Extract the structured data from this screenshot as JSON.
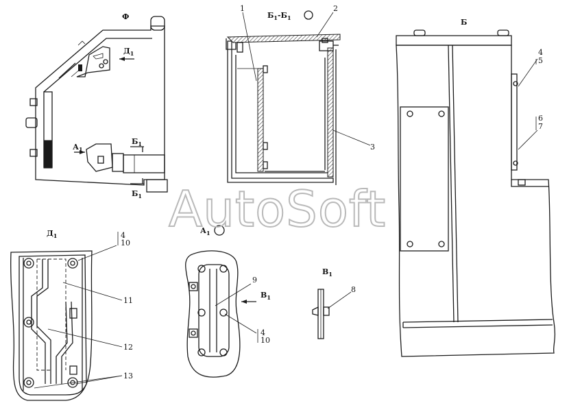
{
  "labels": {
    "view_f": "Ф",
    "d1_marker": "Д",
    "a1_marker": "А",
    "b1_marker_top": "Б",
    "b1_marker_bottom": "Б",
    "section_b1": "Б",
    "section_b1_right": "-Б",
    "view_b": "Б",
    "view_d1": "Д",
    "view_a1": "А",
    "view_v1": "В",
    "v1_marker": "В",
    "sub1": "1"
  },
  "callouts": {
    "c1": "1",
    "c2": "2",
    "c3": "3",
    "c4a": "4",
    "c5": "5",
    "c6": "6",
    "c7": "7",
    "c4b": "4",
    "c10a": "10",
    "c11": "11",
    "c12": "12",
    "c13": "13",
    "c9": "9",
    "c4c": "4",
    "c10b": "10",
    "c8": "8"
  },
  "watermark": "AutoSoft"
}
